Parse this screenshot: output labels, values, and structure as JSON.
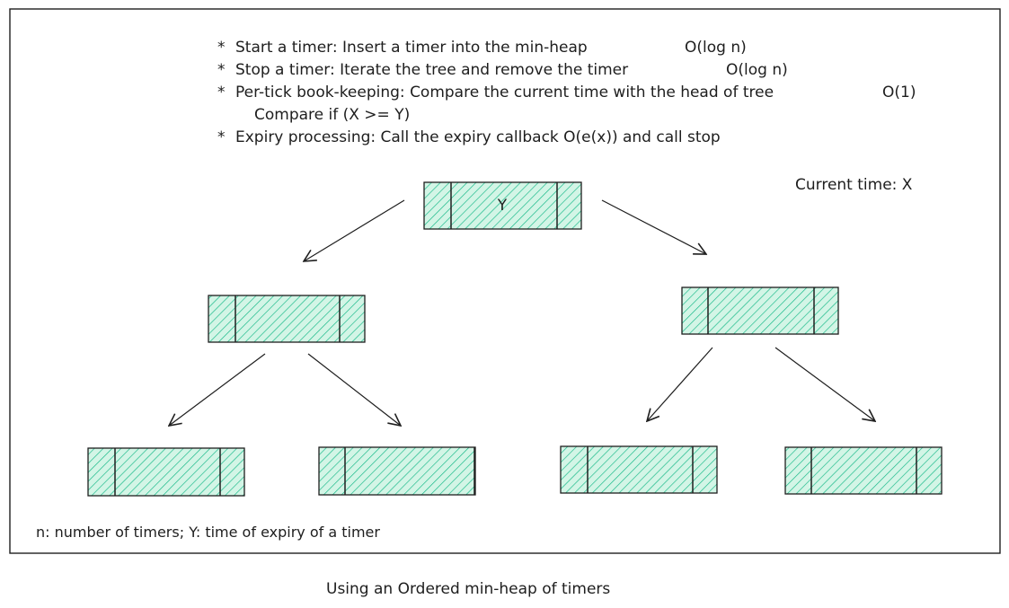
{
  "bullets": [
    {
      "marker": "*",
      "text": "Start a timer: Insert a timer into the min-heap",
      "complexity": "O(log n)"
    },
    {
      "marker": "*",
      "text": "Stop a timer: Iterate the tree and remove the timer",
      "complexity": "O(log n)"
    },
    {
      "marker": "*",
      "text": "Per-tick book-keeping: Compare the current time with the head of tree",
      "complexity": "O(1)"
    },
    {
      "marker": "",
      "text": "Compare if (X >= Y)",
      "complexity": ""
    },
    {
      "marker": "*",
      "text": "Expiry processing: Call the expiry callback O(e(x)) and call stop",
      "complexity": ""
    }
  ],
  "current_time_label": "Current time: X",
  "heap": {
    "root_label": "Y",
    "nodes": [
      {
        "id": "root",
        "label": "Y"
      },
      {
        "id": "left",
        "label": ""
      },
      {
        "id": "right",
        "label": ""
      },
      {
        "id": "left-left",
        "label": ""
      },
      {
        "id": "left-right",
        "label": ""
      },
      {
        "id": "right-left",
        "label": ""
      },
      {
        "id": "right-right",
        "label": ""
      }
    ],
    "node_fill_color": "#b2f2bb",
    "hatch_color": "#12b886"
  },
  "legend_note": "n: number of timers; Y: time of expiry of a timer",
  "caption": "Using an Ordered min-heap of timers"
}
